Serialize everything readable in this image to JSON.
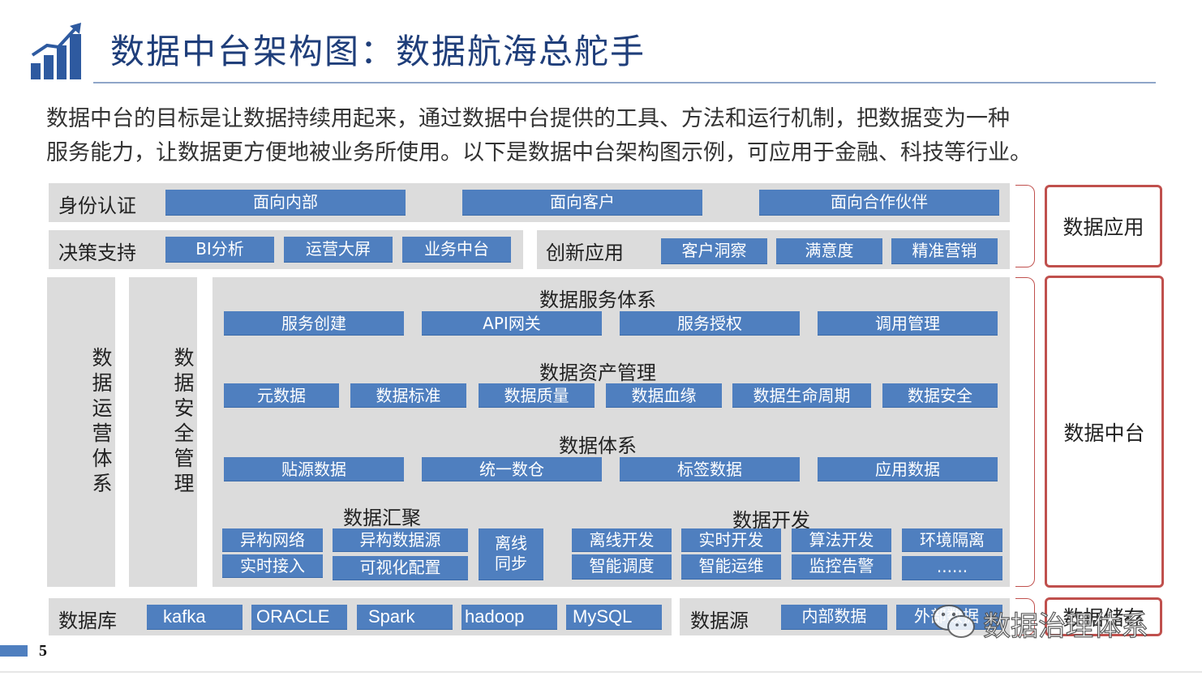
{
  "title": "数据中台架构图：数据航海总舵手",
  "intro": {
    "line1": "数据中台的目标是让数据持续用起来，通过数据中台提供的工具、方法和运行机制，把数据变为一种",
    "line2": "服务能力，让数据更方便地被业务所使用。以下是数据中台架构图示例，可应用于金融、科技等行业。"
  },
  "identity": {
    "label": "身份认证",
    "items": [
      "面向内部",
      "面向客户",
      "面向合作伙伴"
    ]
  },
  "decision": {
    "label": "决策支持",
    "items": [
      "BI分析",
      "运营大屏",
      "业务中台"
    ]
  },
  "innovation": {
    "label": "创新应用",
    "items": [
      "客户洞察",
      "满意度",
      "精准营销"
    ]
  },
  "left_columns": [
    "数据运营体系",
    "数据安全管理"
  ],
  "service": {
    "title": "数据服务体系",
    "items": [
      "服务创建",
      "API网关",
      "服务授权",
      "调用管理"
    ]
  },
  "asset": {
    "title": "数据资产管理",
    "items": [
      "元数据",
      "数据标准",
      "数据质量",
      "数据血缘",
      "数据生命周期",
      "数据安全"
    ]
  },
  "system": {
    "title": "数据体系",
    "items": [
      "贴源数据",
      "统一数仓",
      "标签数据",
      "应用数据"
    ]
  },
  "gather": {
    "title": "数据汇聚",
    "items": [
      "异构网络",
      "实时接入",
      "异构数据源",
      "可视化配置",
      "离线同步"
    ]
  },
  "dev": {
    "title": "数据开发",
    "items": [
      "离线开发",
      "智能调度",
      "实时开发",
      "智能运维",
      "算法开发",
      "监控告警",
      "环境隔离",
      "......"
    ]
  },
  "database": {
    "label": "数据库",
    "items": [
      "kafka",
      "ORACLE",
      "Spark",
      "hadoop",
      "MySQL"
    ]
  },
  "datasource": {
    "label": "数据源",
    "items": [
      "内部数据",
      "外部数据"
    ]
  },
  "right_labels": {
    "app": "数据应用",
    "platform": "数据中台",
    "storage": "数据储存"
  },
  "watermark": "数据治理体系",
  "page_number": "5",
  "colors": {
    "accent": "#4f7fbf",
    "panel": "#dcdcdc",
    "frame": "#c0504d",
    "title": "#1f3e7a"
  }
}
